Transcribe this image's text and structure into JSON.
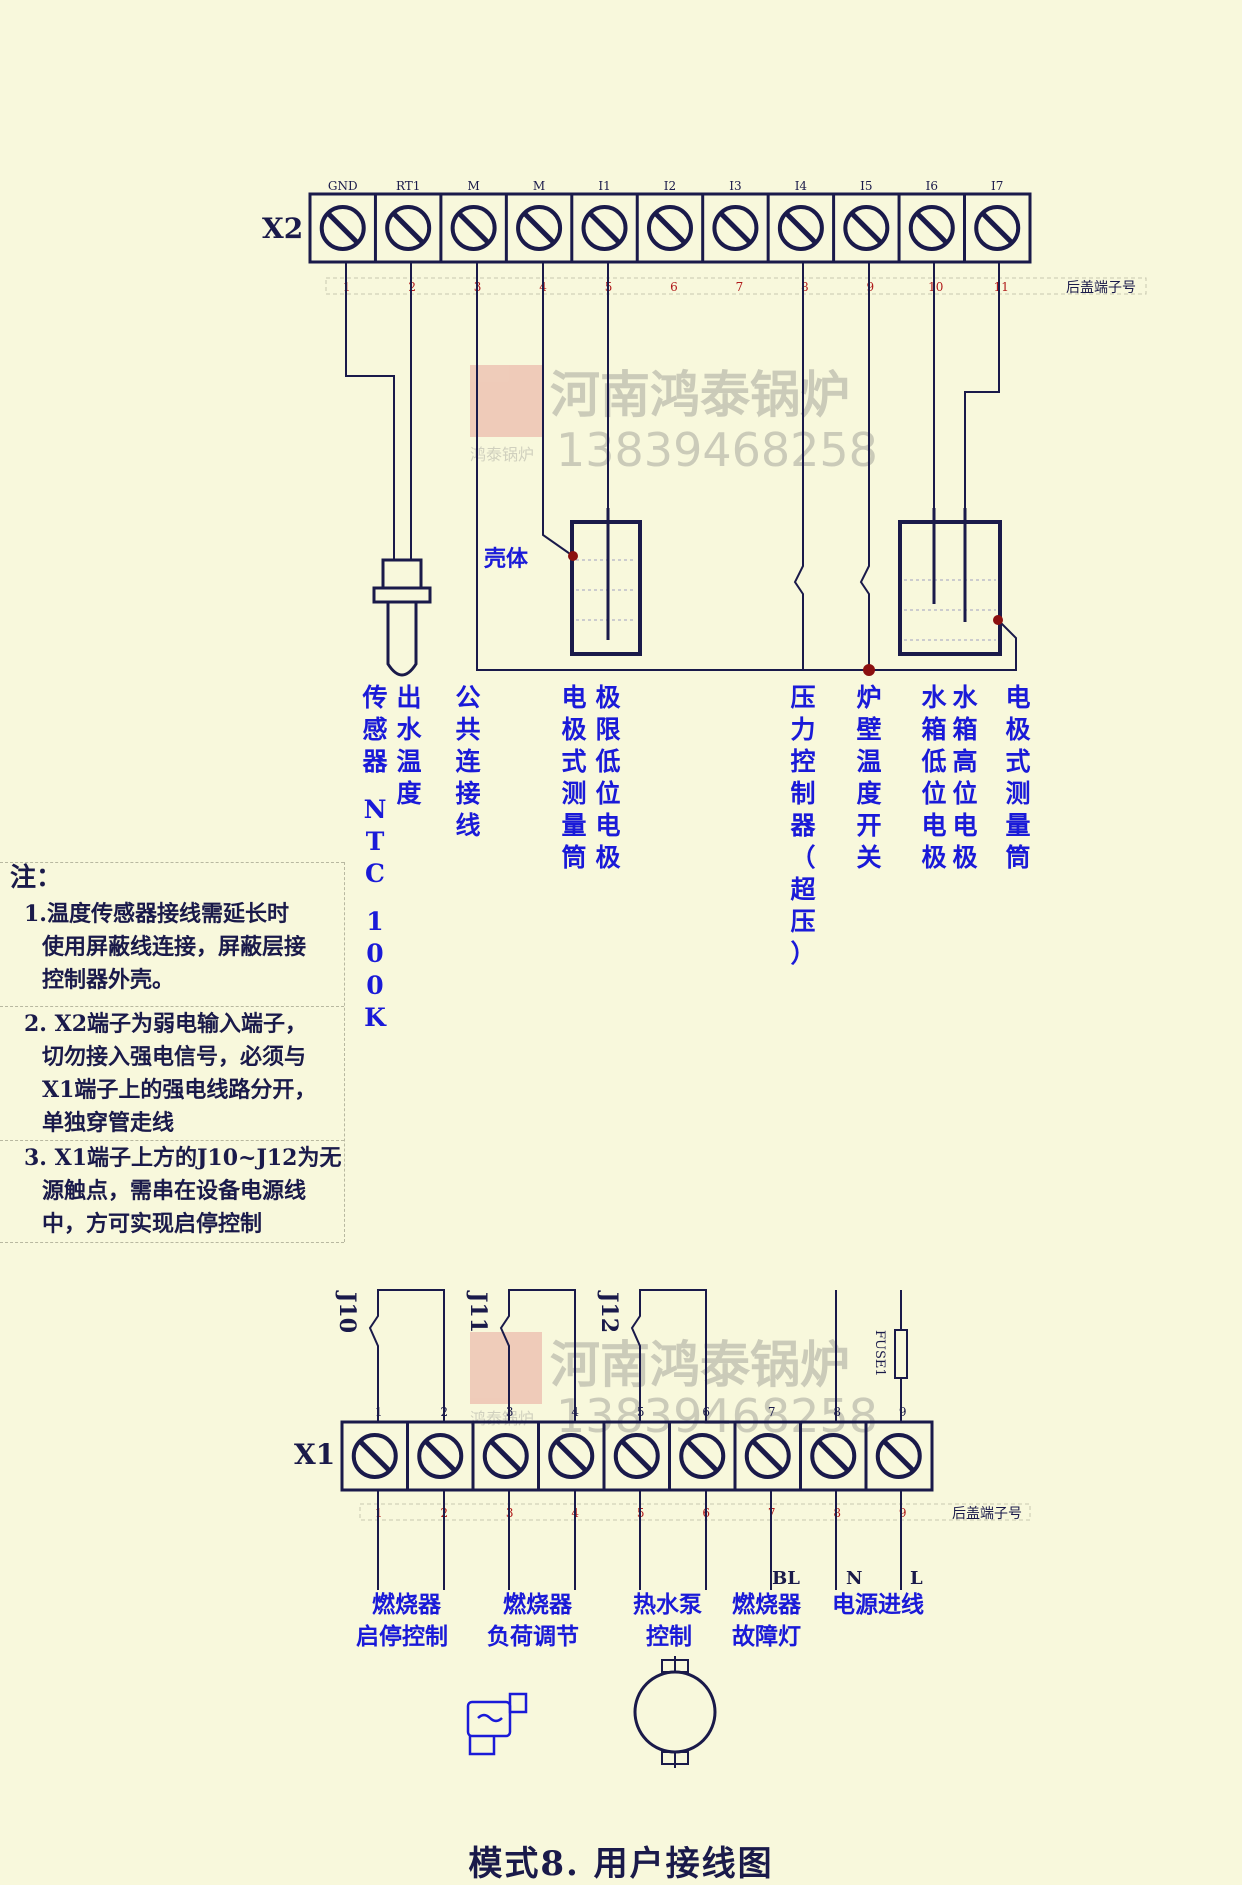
{
  "x2": {
    "label": "X2",
    "top_labels": [
      "GND",
      "RT1",
      "M",
      "M",
      "I1",
      "I2",
      "I3",
      "I4",
      "I5",
      "I6",
      "I7"
    ],
    "numbers": [
      "1",
      "2",
      "3",
      "4",
      "5",
      "6",
      "7",
      "8",
      "9",
      "10",
      "11"
    ],
    "rear_label": "后盖端子号"
  },
  "x1": {
    "label": "X1",
    "top_numbers": [
      "1",
      "2",
      "3",
      "4",
      "5",
      "6",
      "7",
      "8",
      "9"
    ],
    "numbers": [
      "1",
      "2",
      "3",
      "4",
      "5",
      "6",
      "7",
      "8",
      "9"
    ],
    "rear_label": "后盖端子号",
    "switches": [
      "J10",
      "J11",
      "J12"
    ],
    "fuse": "FUSE1",
    "wire_letters": [
      "BL",
      "N",
      "L"
    ]
  },
  "watermark": {
    "company": "河南鸿泰锅炉",
    "phone": "13839468258",
    "logo_text": "鸿泰锅炉"
  },
  "labels": {
    "shell": "壳体",
    "sensor": [
      "出水温度",
      "传感器 NTC 100K"
    ],
    "common": [
      "公共连接线"
    ],
    "low_limit": [
      "极限低位电极",
      "电极式测量筒"
    ],
    "pressure": [
      "压力控制器（超压）"
    ],
    "furnace": [
      "炉壁温度开关"
    ],
    "tank": [
      "水箱高位电极",
      "水箱低位电极",
      "电极式测量筒"
    ]
  },
  "x1_labels": {
    "burner_ctrl": [
      "燃烧器",
      "启停控制"
    ],
    "burner_load": [
      "燃烧器",
      "负荷调节"
    ],
    "pump": [
      "热水泵",
      "控制"
    ],
    "fault": [
      "燃烧器",
      "故障灯"
    ],
    "power": "电源进线"
  },
  "notes": {
    "heading": "注：",
    "items": [
      [
        "1.温度传感器接线需延长时",
        "使用屏蔽线连接，屏蔽层接",
        "控制器外壳。"
      ],
      [
        "2. X2端子为弱电输入端子，",
        "切勿接入强电信号，必须与",
        "X1端子上的强电线路分开，",
        "单独穿管走线"
      ],
      [
        "3. X1端子上方的J10~J12为无",
        "源触点，需串在设备电源线",
        "中，方可实现启停控制"
      ]
    ]
  },
  "caption": "模式8. 用户接线图",
  "colors": {
    "wire": "#1a1a4a",
    "label_blue": "#1a1ad8",
    "number_red": "#b01a1a",
    "background": "#f8f8dc",
    "node": "#8b1010"
  }
}
